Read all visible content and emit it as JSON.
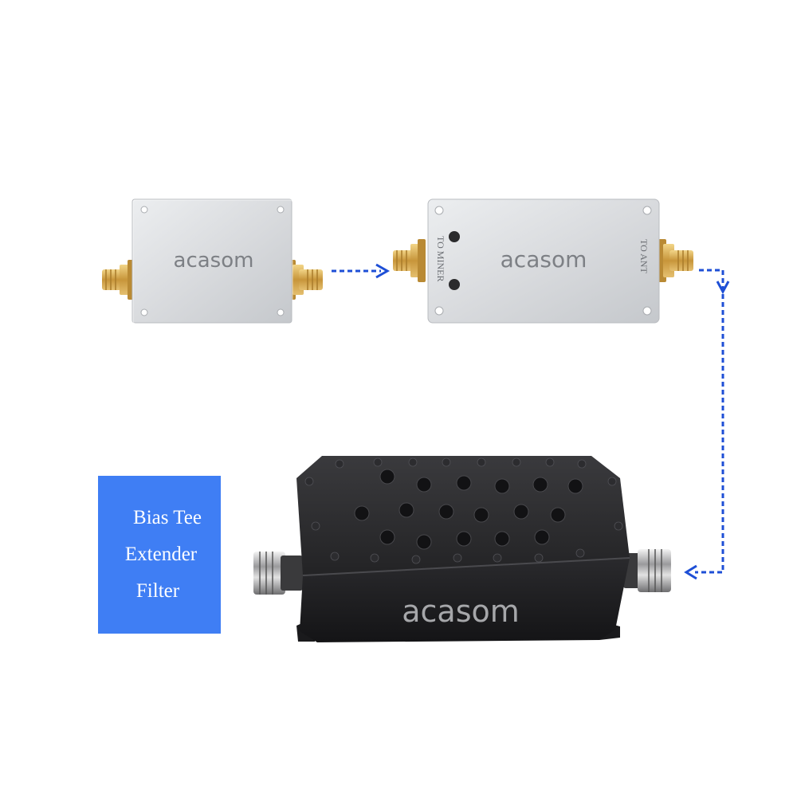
{
  "brand": "acasom",
  "colors": {
    "accent_blue": "#3f7ef4",
    "arrow_blue": "#1e4fd6",
    "silver": "#d6d8db",
    "gold": "#d4a84a",
    "black_body": "#1c1c1e"
  },
  "bias_tee": {
    "brand_label": "acasom"
  },
  "extender": {
    "brand_label": "acasom",
    "port_in_label": "TO MINER",
    "port_out_label": "TO ANT"
  },
  "filter": {
    "brand_label": "acasom"
  },
  "legend": {
    "items": [
      "Bias Tee",
      "Extender",
      "Filter"
    ]
  }
}
